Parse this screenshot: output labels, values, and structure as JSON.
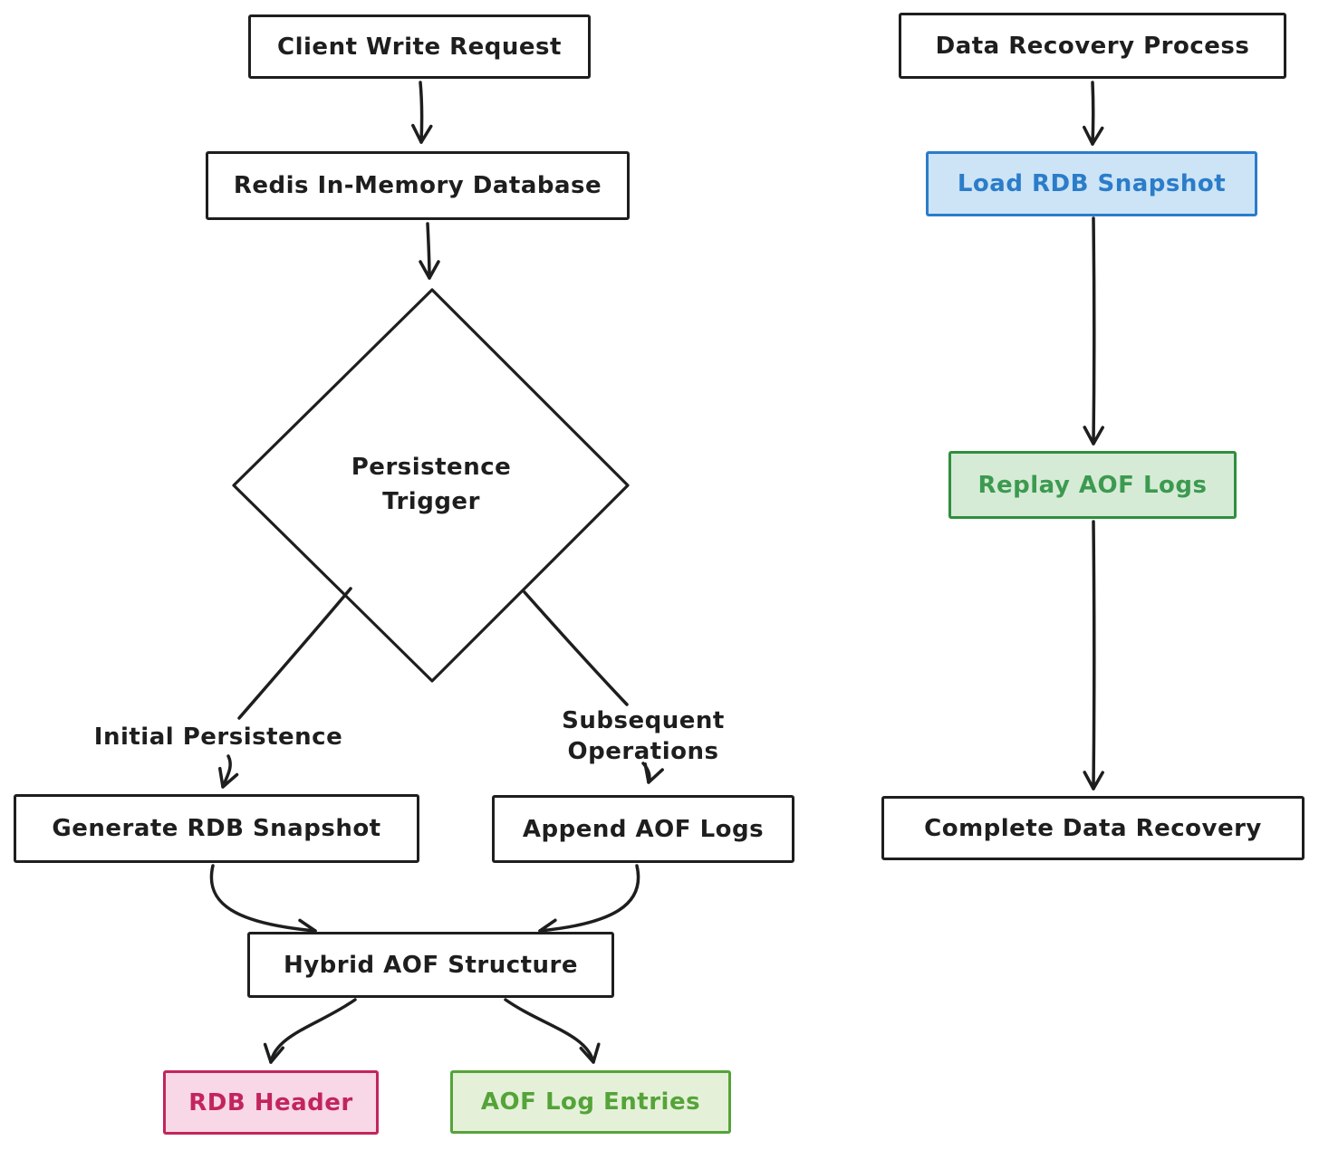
{
  "diagram_type": "flowchart",
  "colors": {
    "ink": "#1e1e1e",
    "background": "#ffffff",
    "blue_border": "#2b7cc9",
    "blue_fill": "#cce4f6",
    "green_border": "#2f8f3f",
    "green_fill": "#d6ebd6",
    "green_text": "#3c9a50",
    "lime_border": "#55a339",
    "lime_fill": "#e4f1d8",
    "pink_border": "#c2255c",
    "pink_fill": "#f8d7e6"
  },
  "flow_left": {
    "client_write_request": "Client Write Request",
    "redis_database": "Redis In-Memory Database",
    "persistence_trigger": {
      "line1": "Persistence",
      "line2": "Trigger"
    },
    "branch_initial_label": "Initial Persistence",
    "branch_subsequent_label": {
      "line1": "Subsequent",
      "line2": "Operations"
    },
    "generate_rdb_snapshot": "Generate RDB Snapshot",
    "append_aof_logs": "Append AOF Logs",
    "hybrid_aof_structure": "Hybrid AOF Structure",
    "rdb_header": "RDB Header",
    "aof_log_entries": "AOF Log Entries"
  },
  "flow_right": {
    "data_recovery_process": "Data Recovery Process",
    "load_rdb_snapshot": "Load RDB Snapshot",
    "replay_aof_logs": "Replay AOF Logs",
    "complete_data_recovery": "Complete Data Recovery"
  }
}
